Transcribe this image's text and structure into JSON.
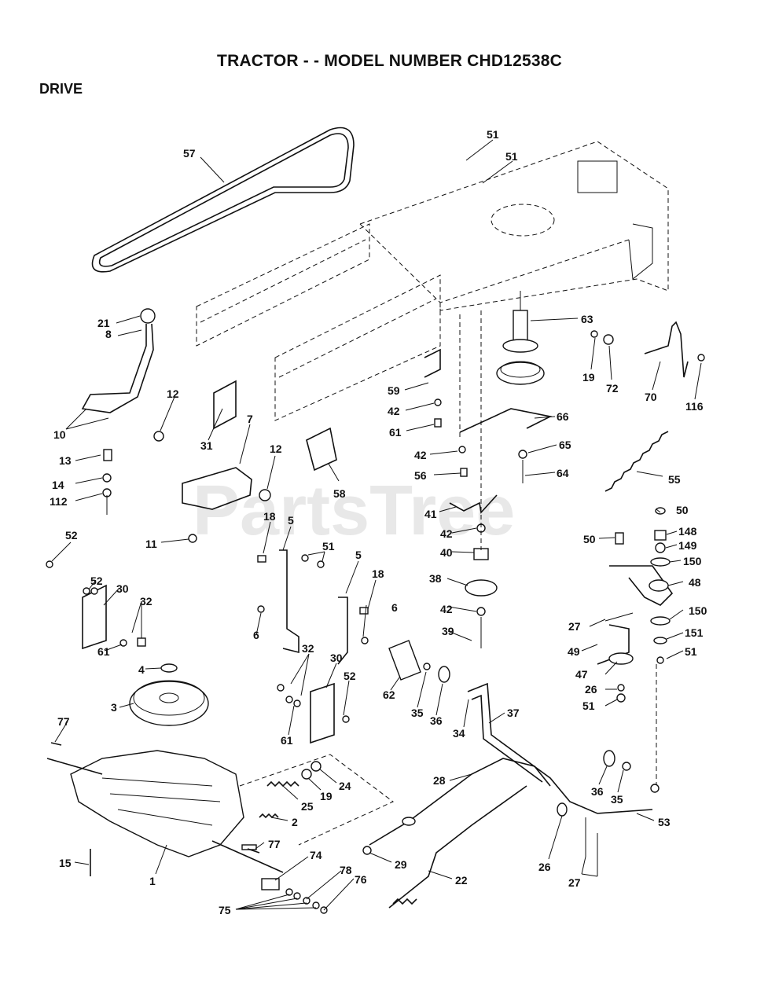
{
  "header": {
    "title": "TRACTOR - - MODEL NUMBER CHD12538C",
    "section": "DRIVE"
  },
  "watermark": "PartsTree",
  "callouts": [
    "57",
    "51",
    "51",
    "63",
    "19",
    "72",
    "70",
    "116",
    "21",
    "8",
    "12",
    "10",
    "31",
    "7",
    "59",
    "42",
    "61",
    "66",
    "13",
    "14",
    "112",
    "12",
    "58",
    "42",
    "56",
    "65",
    "64",
    "55",
    "11",
    "52",
    "18",
    "5",
    "51",
    "5",
    "18",
    "41",
    "50",
    "148",
    "149",
    "150",
    "50",
    "52",
    "30",
    "32",
    "6",
    "6",
    "42",
    "40",
    "48",
    "38",
    "27",
    "150",
    "151",
    "51",
    "42",
    "39",
    "49",
    "61",
    "4",
    "3",
    "32",
    "30",
    "52",
    "62",
    "35",
    "36",
    "47",
    "26",
    "51",
    "37",
    "34",
    "61",
    "77",
    "28",
    "36",
    "35",
    "24",
    "19",
    "25",
    "2",
    "53",
    "77",
    "15",
    "1",
    "74",
    "78",
    "76",
    "29",
    "22",
    "26",
    "27",
    "75"
  ]
}
